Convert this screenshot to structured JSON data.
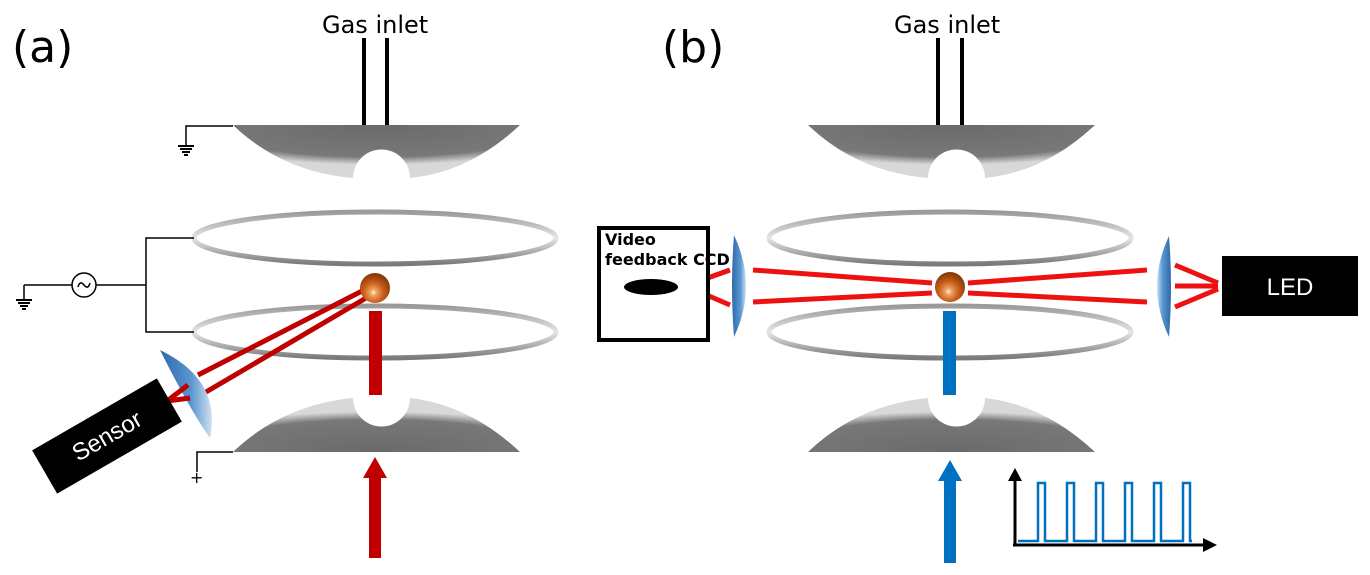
{
  "figure": {
    "panels": [
      {
        "id": "a",
        "label": "(a)",
        "gas_inlet_label": "Gas inlet",
        "detector_label": "Sensor",
        "laser_color": "#c00000",
        "ac_source_symbol": "~",
        "bottom_electrode_polarity": "+"
      },
      {
        "id": "b",
        "label": "(b)",
        "gas_inlet_label": "Gas inlet",
        "camera_label_line1": "Video",
        "camera_label_line2": "feedback CCD",
        "light_source_label": "LED",
        "laser_color": "#0070c0",
        "pulse_train": {
          "pulse_count": 6,
          "description": "square-wave pulsed excitation"
        }
      }
    ],
    "colors": {
      "electrode": "#6e6e6e",
      "ring": "#a0a0a0",
      "particle": "#c8601a",
      "lens": "#4a86c0",
      "beam_red": "#ee1111",
      "beam_dark_red": "#c00000",
      "beam_blue": "#0070c0",
      "box": "#000000"
    }
  }
}
